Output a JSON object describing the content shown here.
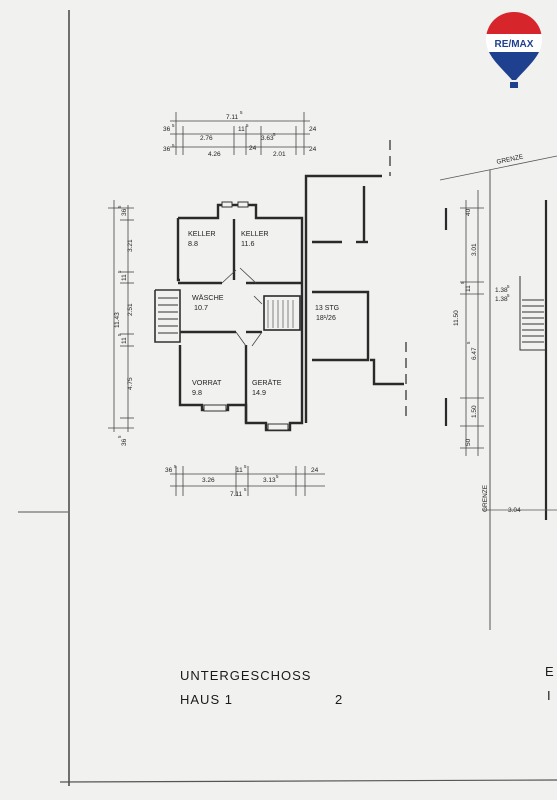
{
  "logo": {
    "text": "RE/MAX",
    "colors": {
      "red": "#d7262b",
      "blue": "#1f3f8f",
      "white": "#ffffff"
    }
  },
  "plan": {
    "top_dims": {
      "total": "7.11",
      "sup_total": "5",
      "left_a": "36",
      "sup_left_a": "5",
      "left_b": "36",
      "sup_left_b": "5",
      "d1": "2.76",
      "d2": "11",
      "sup_d2": "5",
      "d3": "3.63",
      "sup_d3": "5",
      "d4": "24",
      "d5": "4.26",
      "d6": "24",
      "d7": "2.01",
      "d8": "24"
    },
    "left_dims": {
      "a": "36",
      "sup_a": "5",
      "b": "3.21",
      "c": "11",
      "sup_c": "5",
      "d": "2.51",
      "e": "11.43",
      "f": "11",
      "sup_f": "5",
      "g": "4.75",
      "h": "36",
      "sup_h": "5"
    },
    "bottom_dims": {
      "a": "36",
      "sup_a": "5",
      "b": "3.26",
      "c": "11",
      "sup_c": "5",
      "d": "3.13",
      "sup_d": "5",
      "e": "24",
      "total": "7.11",
      "sup_total": "5"
    },
    "rooms": [
      {
        "name": "KELLER",
        "area": "8.8"
      },
      {
        "name": "KELLER",
        "area": "11.6"
      },
      {
        "name": "WÄSCHE",
        "area": "10.7"
      },
      {
        "name": "VORRAT",
        "area": "9.8"
      },
      {
        "name": "GERÄTE",
        "area": "14.9"
      }
    ],
    "stair": {
      "label": "13 STG",
      "ratio": "18¹/26"
    },
    "right_dims": {
      "a": "40",
      "b": "3.01",
      "c": "11",
      "sup_c": "5",
      "d": "11.50",
      "e": "6.47",
      "sup_e": "5",
      "f": "1.50",
      "g": "50",
      "h": "3.04",
      "i": "1.38",
      "sup_i": "5",
      "j": "1.38",
      "sup_j": "5"
    },
    "grenze_top": "GRENZE",
    "grenze_side": "GRENZE"
  },
  "caption": {
    "title": "UNTERGESCHOSS",
    "subtitle": "HAUS 1",
    "number": "2"
  },
  "edge_letters": {
    "upper": "E",
    "lower": "I"
  }
}
